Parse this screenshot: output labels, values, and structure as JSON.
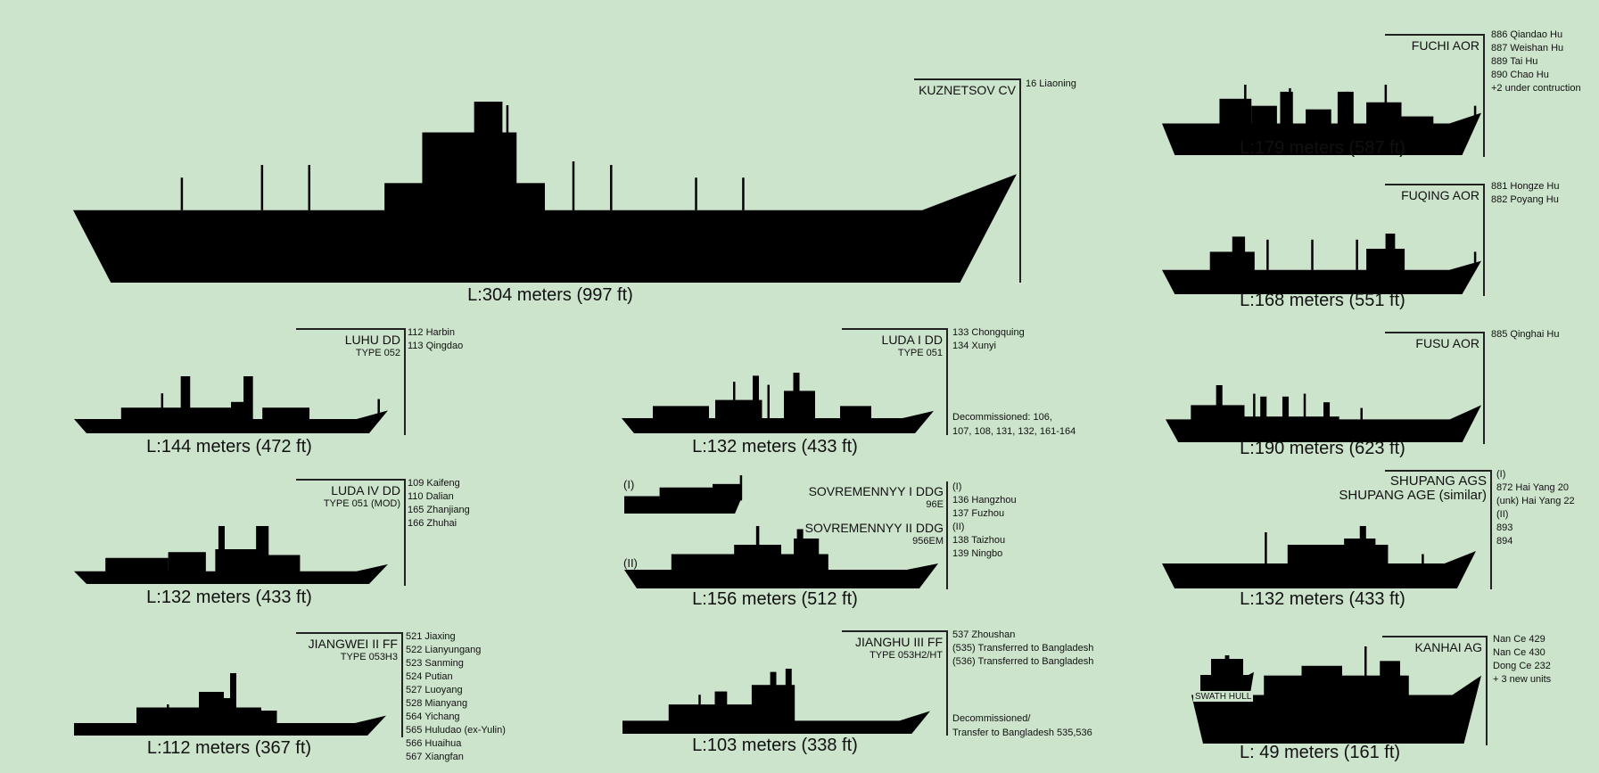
{
  "background_color": "#cce3cc",
  "ships": {
    "kuznetsov": {
      "title": "KUZNETSOV CV",
      "names": [
        "16 Liaoning"
      ],
      "length": "L:304 meters (997 ft)"
    },
    "fuchi": {
      "title": "FUCHI AOR",
      "names": [
        "886 Qiandao Hu",
        "887 Weishan Hu",
        "889 Tai Hu",
        "890 Chao Hu",
        "+2 under contruction"
      ],
      "length": "L:179 meters (587 ft)"
    },
    "fuqing": {
      "title": "FUQING AOR",
      "names": [
        "881 Hongze Hu",
        "882 Poyang Hu"
      ],
      "length": "L:168 meters (551 ft)"
    },
    "fusu": {
      "title": "FUSU AOR",
      "names": [
        "885 Qinghai Hu"
      ],
      "length": "L:190 meters (623 ft)"
    },
    "shupang": {
      "title": "SHUPANG AGS",
      "subtitle": "SHUPANG AGE (similar)",
      "names": [
        "(I)",
        "872 Hai Yang 20",
        "(unk) Hai Yang 22",
        "(II)",
        "893",
        "894"
      ],
      "length": "L:132 meters (433 ft)"
    },
    "kanhai": {
      "title": "KANHAI AG",
      "names": [
        "Nan Ce 429",
        "Nan Ce 430",
        "Dong Ce 232",
        "+ 3 new units"
      ],
      "length": "L: 49 meters (161 ft)",
      "inset_label": "SWATH HULL"
    },
    "luhu": {
      "title": "LUHU DD",
      "subtitle": "TYPE 052",
      "names": [
        "112 Harbin",
        "113 Qingdao"
      ],
      "length": "L:144 meters (472 ft)"
    },
    "luda1": {
      "title": "LUDA I DD",
      "subtitle": "TYPE 051",
      "names": [
        "133 Chongquing",
        "134 Xunyi"
      ],
      "notes": [
        "Decommissioned: 106,",
        "107, 108, 131, 132, 161-164"
      ],
      "length": "L:132 meters (433 ft)"
    },
    "luda4": {
      "title": "LUDA IV DD",
      "subtitle": "TYPE 051 (MOD)",
      "names": [
        "109 Kaifeng",
        "110 Dalian",
        "165 Zhanjiang",
        "166 Zhuhai"
      ],
      "length": "L:132 meters (433 ft)"
    },
    "sovremennyy": {
      "title": "SOVREMENNYY I DDG",
      "subtitle": "96E",
      "title2": "SOVREMENNYY II DDG",
      "subtitle2": "956EM",
      "names": [
        "(I)",
        "136 Hangzhou",
        "137 Fuzhou",
        "(II)",
        "138 Taizhou",
        "139 Ningbo"
      ],
      "variant_labels": [
        "(I)",
        "(II)"
      ],
      "length": "L:156 meters (512 ft)"
    },
    "jiangwei": {
      "title": "JIANGWEI II FF",
      "subtitle": "TYPE 053H3",
      "names": [
        "521 Jiaxing",
        "522 Lianyungang",
        "523 Sanming",
        "524 Putian",
        "527 Luoyang",
        "528 Mianyang",
        "564 Yichang",
        "565 Huludao (ex-Yulin)",
        "566 Huaihua",
        "567 Xiangfan"
      ],
      "length": "L:112 meters (367 ft)"
    },
    "jianghu": {
      "title": "JIANGHU III FF",
      "subtitle": "TYPE 053H2/HT",
      "names": [
        "537 Zhoushan",
        "(535) Transferred to Bangladesh",
        "(536) Transferred to Bangladesh"
      ],
      "notes": [
        "Decommissioned/",
        "Transfer to Bangladesh 535,536"
      ],
      "length": "L:103 meters (338 ft)"
    }
  }
}
